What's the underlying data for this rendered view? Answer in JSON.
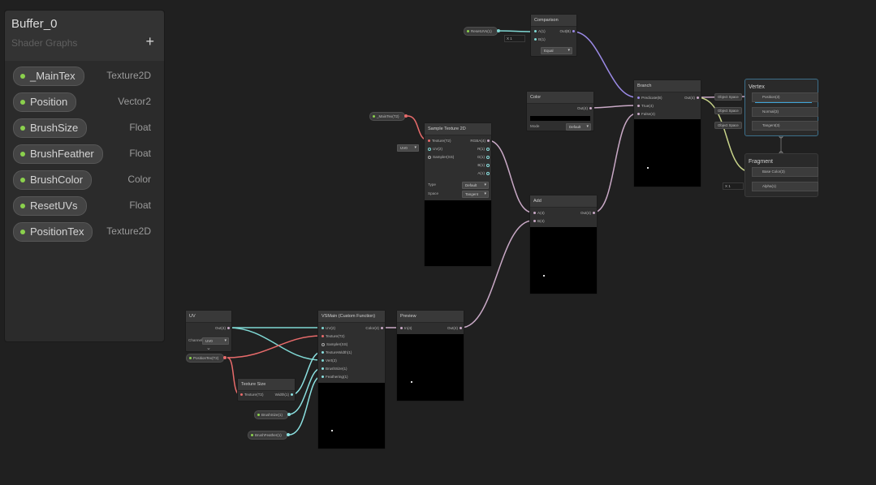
{
  "blackboard": {
    "title": "Buffer_0",
    "subtitle": "Shader Graphs",
    "add_symbol": "+",
    "properties": [
      {
        "name": "_MainTex",
        "type": "Texture2D"
      },
      {
        "name": "Position",
        "type": "Vector2"
      },
      {
        "name": "BrushSize",
        "type": "Float"
      },
      {
        "name": "BrushFeather",
        "type": "Float"
      },
      {
        "name": "BrushColor",
        "type": "Color"
      },
      {
        "name": "ResetUVs",
        "type": "Float"
      },
      {
        "name": "PositionTex",
        "type": "Texture2D"
      }
    ]
  },
  "nodes": {
    "comparison": {
      "title": "Comparison",
      "in_a": "A(1)",
      "in_b": "B(1)",
      "out": "Out(B)",
      "b_value": "1",
      "b_axis": "X",
      "mode": "Equal"
    },
    "reset_uvs_pill": "ResetUVs(1)",
    "branch": {
      "title": "Branch",
      "in_pred": "Predicate(B)",
      "in_true": "True(4)",
      "in_false": "False(4)",
      "out": "Out(4)"
    },
    "color": {
      "title": "Color",
      "out": "Out(4)",
      "mode_label": "Mode",
      "mode_value": "Default"
    },
    "maintex_pill": "_MainTex(T2)",
    "sample_texture": {
      "title": "Sample Texture 2D",
      "in_tex": "Texture(T2)",
      "in_uv": "UV(2)",
      "in_sampler": "Sampler(SS)",
      "out_rgba": "RGBA(4)",
      "out_r": "R(1)",
      "out_g": "G(1)",
      "out_b": "B(1)",
      "out_a": "A(1)",
      "uv_chip": "UV0",
      "type_label": "Type",
      "type_value": "Default",
      "space_label": "Space",
      "space_value": "Tangent"
    },
    "add": {
      "title": "Add",
      "in_a": "A(4)",
      "in_b": "B(4)",
      "out": "Out(4)"
    },
    "uv": {
      "title": "UV",
      "out": "Out(4)",
      "channel_label": "Channel",
      "channel_value": "UV0",
      "collapse": "⌄"
    },
    "positiontex_pill": "PositionTex(T2)",
    "texture_size": {
      "title": "Texture Size",
      "in_tex": "Texture(T2)",
      "out_width": "Width(1)"
    },
    "brushsize_pill": "BrushSize(1)",
    "brushfeather_pill": "BrushFeather(1)",
    "vsmain": {
      "title": "VSMain (Custom Function)",
      "in": [
        "UV(2)",
        "Texture(T2)",
        "Sampler(SS)",
        "TextureWidth(1)",
        "Vert(2)",
        "BrushSize(1)",
        "Feathering(1)"
      ],
      "out": "Color(4)"
    },
    "preview": {
      "title": "Preview",
      "in": "In(4)",
      "out": "Out(4)"
    }
  },
  "vertex": {
    "title": "Vertex",
    "slots": [
      "Position(3)",
      "Normal(3)",
      "Tangent(3)"
    ],
    "space_label": "Object Space"
  },
  "fragment": {
    "title": "Fragment",
    "slots": [
      "Base Color(3)",
      "Alpha(1)"
    ],
    "alpha_value": "1",
    "alpha_axis": "X"
  },
  "colors": {
    "texture_port": "#e86b6b",
    "vector_port": "#7fd7d3",
    "float_port": "#8be0e0",
    "bool_port": "#9b8ae6",
    "property_dot": "#8bd14d",
    "wire_gray": "#b9a3b8",
    "master_border": "#3c6f8a"
  }
}
